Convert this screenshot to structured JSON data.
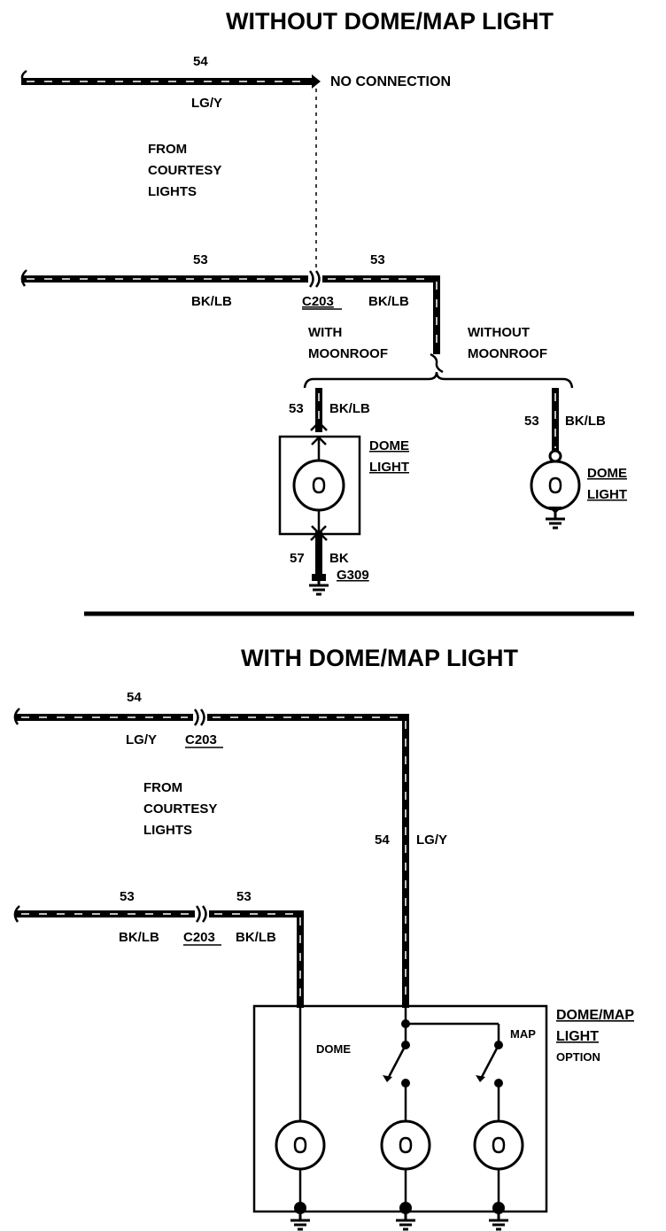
{
  "sections": {
    "top_title": "WITHOUT DOME/MAP LIGHT",
    "bottom_title": "WITH DOME/MAP LIGHT"
  },
  "top": {
    "wire54_circuit": "54",
    "wire54_color": "LG/Y",
    "no_connection": "NO CONNECTION",
    "from_courtesy": [
      "FROM",
      "COURTESY",
      "LIGHTS"
    ],
    "wire53_circuit_left": "53",
    "wire53_color_left": "BK/LB",
    "connector": "C203",
    "wire53_circuit_right": "53",
    "wire53_color_right": "BK/LB",
    "with_moonroof": [
      "WITH",
      "MOONROOF"
    ],
    "without_moonroof": [
      "WITHOUT",
      "MOONROOF"
    ],
    "branch_left_circuit": "53",
    "branch_left_color": "BK/LB",
    "dome_light_left": [
      "DOME",
      "LIGHT"
    ],
    "ground_circuit": "57",
    "ground_color": "BK",
    "ground_id": "G309",
    "branch_right_circuit": "53",
    "branch_right_color": "BK/LB",
    "dome_light_right": [
      "DOME",
      "LIGHT"
    ]
  },
  "bottom": {
    "wire54_circuit": "54",
    "wire54_color": "LG/Y",
    "connector_54": "C203",
    "from_courtesy": [
      "FROM",
      "COURTESY",
      "LIGHTS"
    ],
    "wire53_circuit_left": "53",
    "wire53_color_left": "BK/LB",
    "connector_53": "C203",
    "wire53_circuit_right": "53",
    "wire53_color_right": "BK/LB",
    "vertical54_circuit": "54",
    "vertical54_color": "LG/Y",
    "option_title": [
      "DOME/MAP",
      "LIGHT"
    ],
    "option_sub": "OPTION",
    "dome_label": "DOME",
    "map_label": "MAP"
  }
}
